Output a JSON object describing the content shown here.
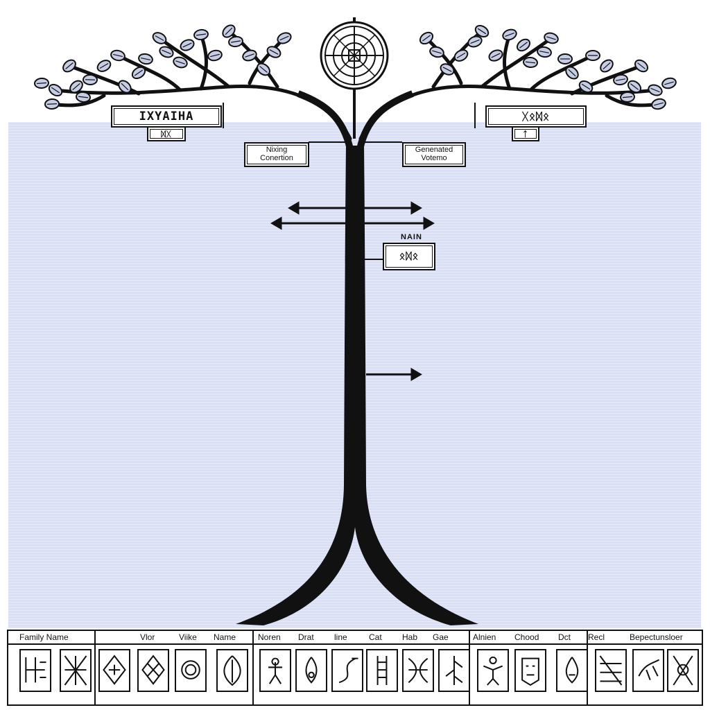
{
  "labels": {
    "left_rune": "IXYAIHA",
    "left_rune_sub": "ᛞᚷ",
    "right_rune": "ᚷᛟᛞᛟ",
    "right_rune_sub": "ᛏ",
    "mixing_line1": "Nixing",
    "mixing_line2": "Conertion",
    "generated_line1": "Genenated",
    "generated_line2": "Votemo",
    "small_tag": "NAIN",
    "small_rune": "ᛟᛞᛟ"
  },
  "footer": {
    "headers": [
      {
        "text": "Family Name"
      },
      {
        "text": "Vlor"
      },
      {
        "text": "Viike"
      },
      {
        "text": "Name"
      },
      {
        "text": "Noren"
      },
      {
        "text": "Drat"
      },
      {
        "text": "line"
      },
      {
        "text": "Cat"
      },
      {
        "text": "Hab"
      },
      {
        "text": "Gae"
      },
      {
        "text": "Alnien"
      },
      {
        "text": "Chood"
      },
      {
        "text": "Dct"
      },
      {
        "text": "Recl"
      },
      {
        "text": "Bepectunsloer"
      }
    ],
    "glyphs": [
      {
        "icon": "cross-knot-glyph"
      },
      {
        "icon": "lattice-glyph"
      },
      {
        "icon": "diamond-eye-glyph"
      },
      {
        "icon": "diamond-x-glyph"
      },
      {
        "icon": "spiral-glyph"
      },
      {
        "icon": "leaf-glyph"
      },
      {
        "icon": "figure-glyph"
      },
      {
        "icon": "flame-glyph"
      },
      {
        "icon": "serpent-glyph"
      },
      {
        "icon": "ladder-glyph"
      },
      {
        "icon": "weave-glyph"
      },
      {
        "icon": "rune-glyph"
      },
      {
        "icon": "figure-arms-glyph"
      },
      {
        "icon": "mask-glyph"
      },
      {
        "icon": "drop-glyph"
      },
      {
        "icon": "lattice-slash-glyph"
      },
      {
        "icon": "bird-glyph"
      },
      {
        "icon": "knot-cross-glyph"
      }
    ]
  },
  "colors": {
    "panel": "#d9dff6",
    "ink": "#111111",
    "leaf": "#c7cde4"
  }
}
